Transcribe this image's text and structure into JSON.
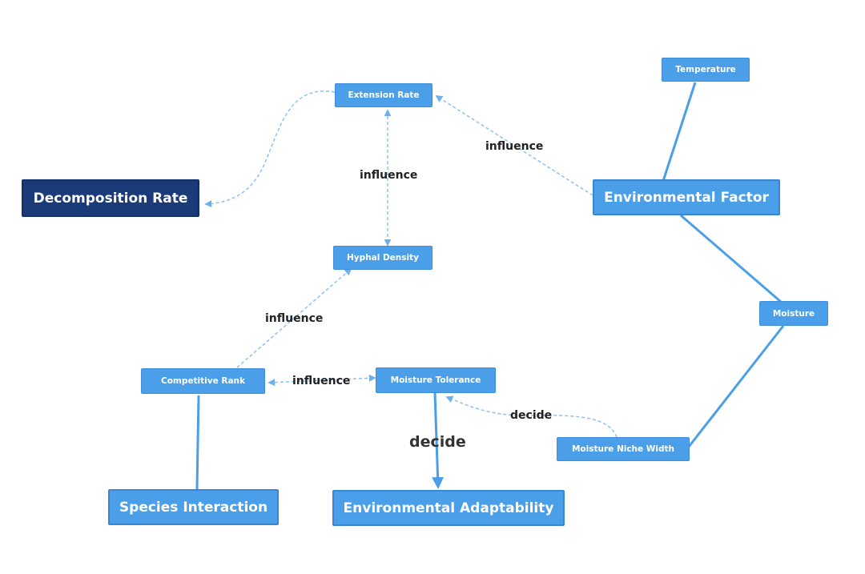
{
  "nodes": {
    "temperature": "Temperature",
    "extension_rate": "Extension Rate",
    "environmental_factor": "Environmental Factor",
    "decomposition_rate": "Decomposition Rate",
    "hyphal_density": "Hyphal Density",
    "moisture": "Moisture",
    "competitive_rank": "Competitive Rank",
    "moisture_tolerance": "Moisture Tolerance",
    "moisture_niche_width": "Moisture Niche Width",
    "species_interaction": "Species Interaction",
    "environmental_adaptability": "Environmental Adaptability"
  },
  "edge_labels": {
    "envfactor_to_extension": "influence",
    "extension_hyphal": "influence",
    "competitive_to_hyphal": "influence",
    "competitive_tolerance": "influence",
    "niche_to_tolerance": "decide",
    "tolerance_to_adaptability": "decide"
  },
  "colors": {
    "node_fill": "#4a9fe8",
    "node_dark": "#1a3a7a",
    "line": "#5aa6ea",
    "dashed_line": "#8cc2f0"
  }
}
